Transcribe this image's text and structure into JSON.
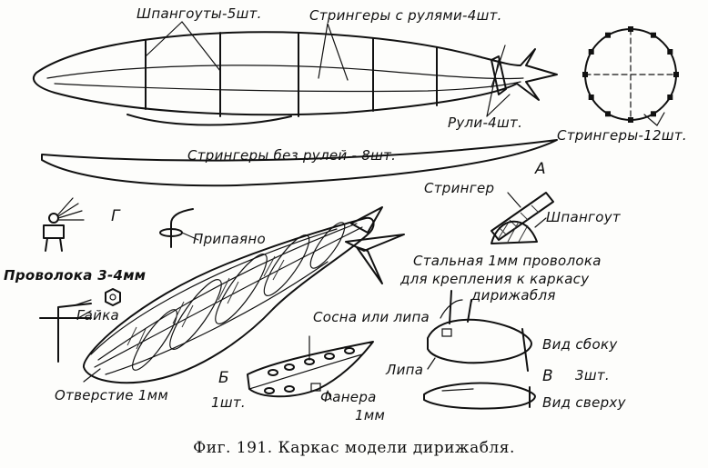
{
  "labels": {
    "frames_5": "Шпангоуты-5шт.",
    "stringers_rudders_4": "Стрингеры с рулями-4шт.",
    "rudders_4": "Рули-4шт.",
    "stringers_12": "Стрингеры-12шт.",
    "stringers_no_rudders_8": "Стрингеры без рулей - 8шт.",
    "stringer": "Стрингер",
    "frame": "Шпангоут",
    "soldered": "Припаяно",
    "wire": "Проволока 3-4мм",
    "nut": "Гайка",
    "steel_wire_line1": "Стальная 1мм проволока",
    "steel_wire_line2": "для крепления к каркасу",
    "steel_wire_line3": "дирижабля",
    "pine_or_linden": "Сосна или липа",
    "side_view": "Вид сбоку",
    "linden": "Липа",
    "count_3": "3шт.",
    "top_view": "Вид сверху",
    "hole": "Отверстие 1мм",
    "count_1": "1шт.",
    "plywood_line1": "Фанера",
    "plywood_line2": "1мм"
  },
  "letters": {
    "a": "А",
    "b": "Б",
    "v": "В",
    "g": "Г"
  },
  "caption": "Фиг. 191. Каркас модели дирижабля."
}
